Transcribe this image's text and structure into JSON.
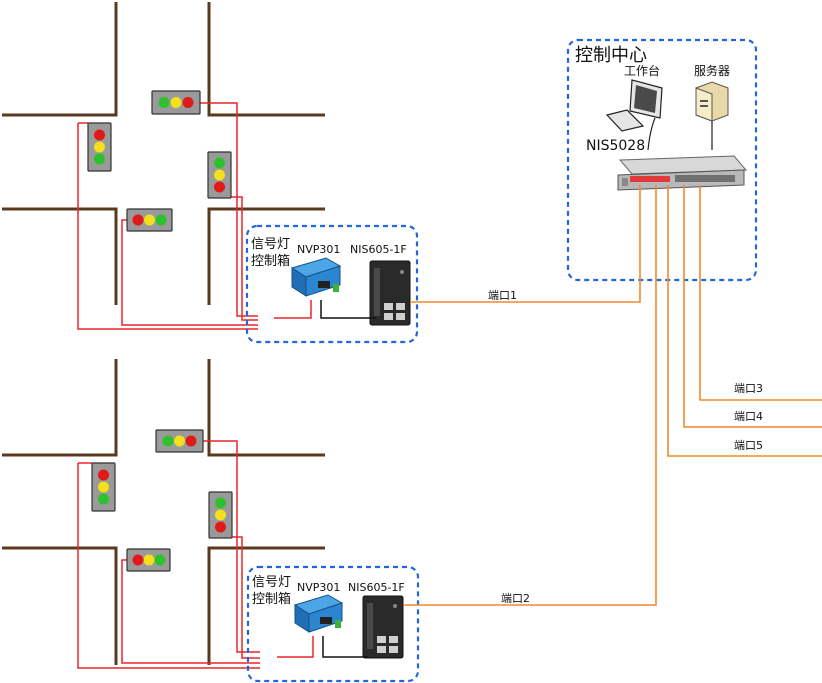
{
  "colors": {
    "road": "#5a3a1e",
    "signal_wire": "#e8262a",
    "fiber": "#f08a2c",
    "group_border": "#2266dd",
    "lamp_red": "#e01a1a",
    "lamp_yellow": "#f4e01a",
    "lamp_green": "#2dc22d"
  },
  "control_center": {
    "title": "控制中心",
    "workstation_label": "工作台",
    "server_label": "服务器",
    "switch_label": "NIS5028"
  },
  "sites": [
    {
      "controller_label_line1": "信号灯",
      "controller_label_line2": "控制箱",
      "converter_label": "NVP301",
      "switch_label": "NIS605-1F",
      "port_label": "端口1"
    },
    {
      "controller_label_line1": "信号灯",
      "controller_label_line2": "控制箱",
      "converter_label": "NVP301",
      "switch_label": "NIS605-1F",
      "port_label": "端口2"
    }
  ],
  "extra_ports": [
    "端口3",
    "端口4",
    "端口5"
  ]
}
